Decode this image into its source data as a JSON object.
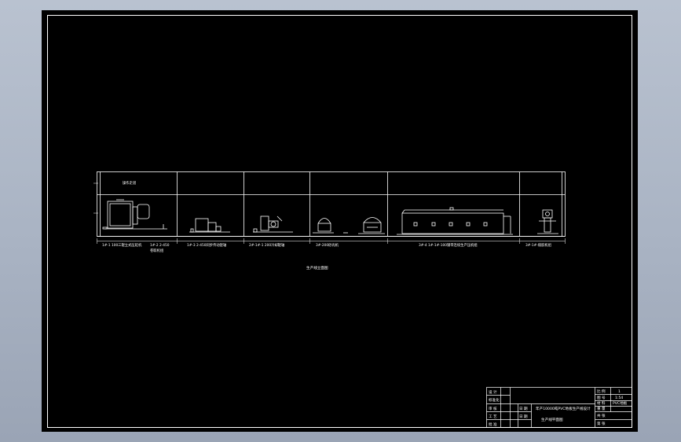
{
  "sheet": {
    "paper": "#000000",
    "lines": "#ffffff"
  },
  "elevation": {
    "header_label": "操作走道",
    "stations": [
      {
        "label": "1#-1 100三辊立式压延机",
        "sublabel": ""
      },
      {
        "label": "1#-2 2-450",
        "sublabel": "卷取机组"
      },
      {
        "label": "1#-3 2-450同步传动锟轴",
        "sublabel": ""
      },
      {
        "label": "2#-1#-1 200冷却辊轴",
        "sublabel": ""
      },
      {
        "label": "3#-200砂光机",
        "sublabel": ""
      },
      {
        "label": "3#-4 1#-1#-100钢带连续生产压机组",
        "sublabel": ""
      },
      {
        "label": "3#-1#-熔胶机组",
        "sublabel": ""
      }
    ],
    "view_title": "生产线立面图"
  },
  "title_block": {
    "rows": [
      {
        "label": "设  计",
        "value": ""
      },
      {
        "label": "标准化",
        "value": ""
      },
      {
        "label": "审  核",
        "value": ""
      },
      {
        "label": "工  艺",
        "value": ""
      },
      {
        "label": "批  准",
        "value": ""
      }
    ],
    "date_labels": [
      "日 期",
      "日 期"
    ],
    "project_title": "年产10000吨PVC地板生产线设计",
    "drawing_name": "生产线平面图",
    "right": [
      {
        "label": "比 例",
        "value": "1"
      },
      {
        "label": "图  号",
        "value": "1:54"
      },
      {
        "label": "材  料",
        "value": "PVC地板"
      },
      {
        "label": "重  量",
        "value": ""
      },
      {
        "label": "共  张",
        "value": ""
      },
      {
        "label": "第  张",
        "value": ""
      }
    ]
  }
}
